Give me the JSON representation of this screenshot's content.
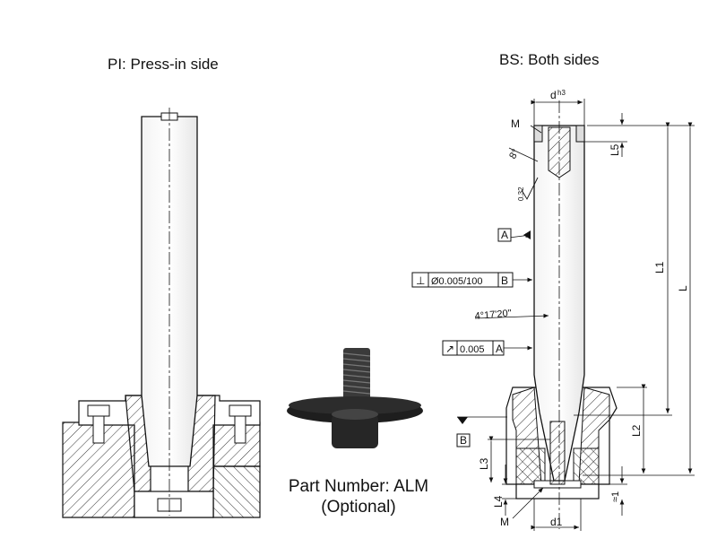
{
  "left_view": {
    "title": "PI: Press-in side"
  },
  "right_view": {
    "title": "BS: Both sides"
  },
  "part": {
    "line1": "Part Number: ALM",
    "line2": "(Optional)"
  },
  "dims": {
    "d": "d",
    "d_sup": "h3",
    "M_top": "M",
    "deg": "8°",
    "roughness": "0.32",
    "datum_a": "A",
    "datum_b": "B",
    "perp_tol": "Ø0.005/100",
    "perp_ref": "B",
    "angle": "4°17'20\"",
    "runout_tol": "0.005",
    "runout_ref": "A",
    "L": "L",
    "L1": "L1",
    "L2": "L2",
    "L3": "L3",
    "L4": "L4",
    "L5": "L5",
    "approx1": "≈1",
    "M_bottom": "M",
    "d1": "d1",
    "perp_symbol": "⊥",
    "runout_symbol": "↗"
  }
}
